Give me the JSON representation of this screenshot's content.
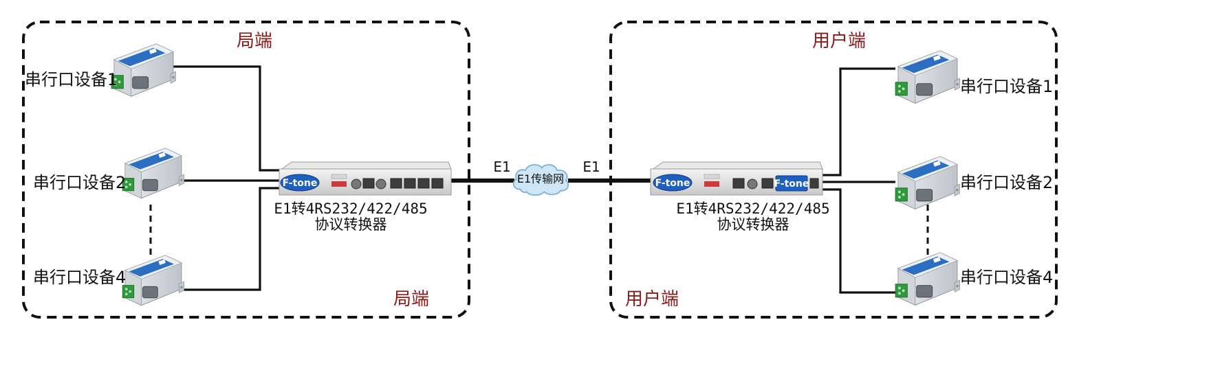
{
  "zones": {
    "left": {
      "title_top": "局端",
      "title_bottom": "局端"
    },
    "right": {
      "title_top": "用户端",
      "title_bottom": "用户端"
    }
  },
  "left_devices": [
    "串行口设备1",
    "串行口设备2",
    "串行口设备4"
  ],
  "right_devices": [
    "串行口设备1",
    "串行口设备2",
    "串行口设备4"
  ],
  "converters": {
    "left": {
      "line1": "E1转4RS232/422/485",
      "line2": "协议转换器",
      "logo": "F-tone"
    },
    "right": {
      "line1": "E1转4RS232/422/485",
      "line2": "协议转换器",
      "logo": "F-tone",
      "logo2": "F-tone"
    }
  },
  "link": {
    "left_label": "E1",
    "right_label": "E1",
    "cloud_label": "E1传输网"
  },
  "colors": {
    "zone_title": "#8b1a1a",
    "logo_blue": "#1f5fbf",
    "device_blue": "#2c6fc2",
    "terminal_green": "#2f9a3c",
    "cloud": "#cfe6f7"
  }
}
